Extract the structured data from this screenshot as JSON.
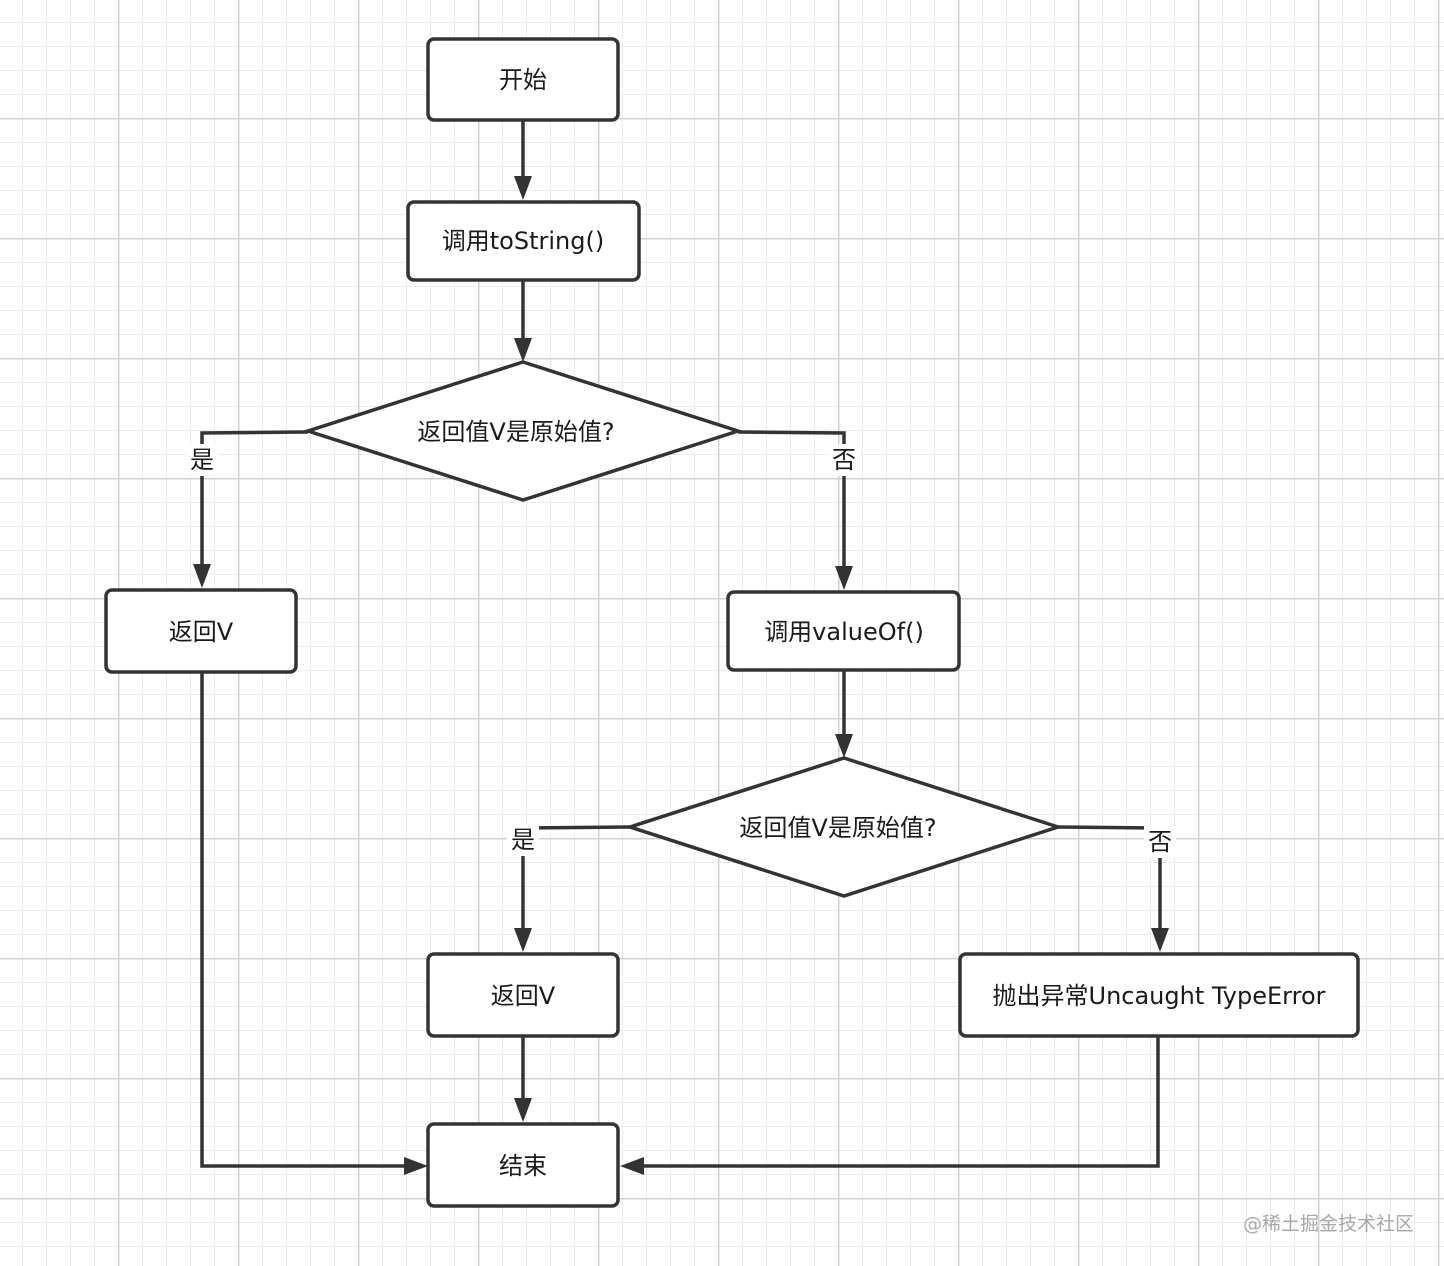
{
  "nodes": {
    "start": "开始",
    "call_tostring": "调用toString()",
    "check_primitive_1": "返回值V是原始值?",
    "return_v_1": "返回V",
    "call_valueof": "调用valueOf()",
    "check_primitive_2": "返回值V是原始值?",
    "return_v_2": "返回V",
    "throw_error": "抛出异常Uncaught TypeError",
    "end": "结束"
  },
  "edge_labels": {
    "yes_1": "是",
    "no_1": "否",
    "yes_2": "是",
    "no_2": "否"
  },
  "watermark": "@稀土掘金技术社区"
}
